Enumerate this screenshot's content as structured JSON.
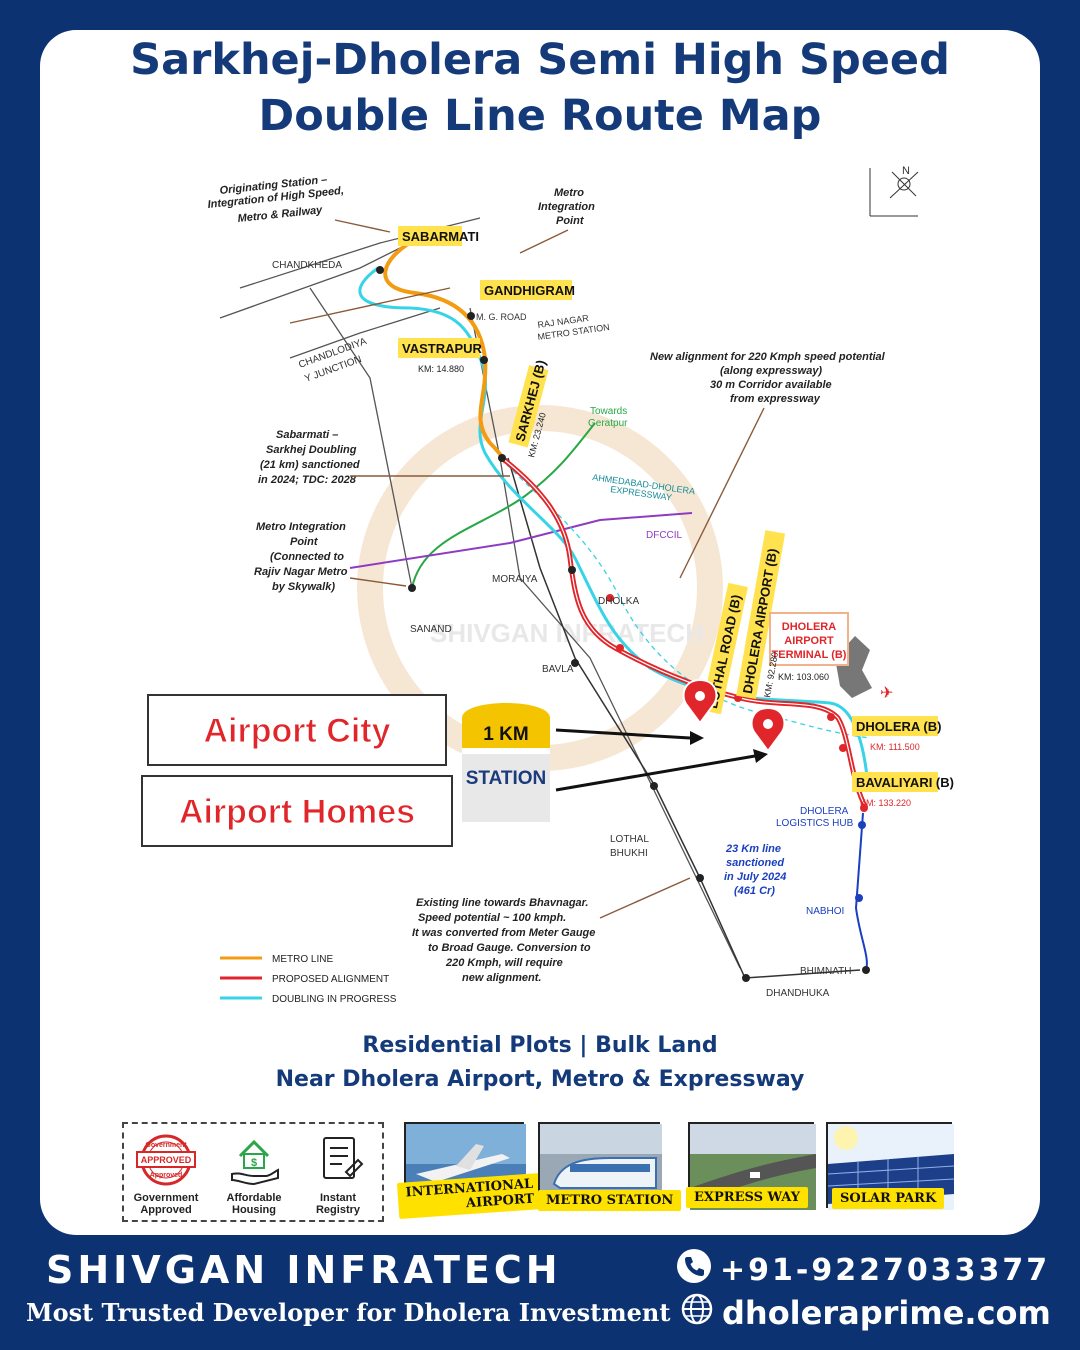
{
  "title": {
    "line1": "Sarkhej-Dholera Semi High Speed",
    "line2": "Double Line Route Map"
  },
  "map": {
    "north": "N",
    "stations": {
      "sabarmati": "SABARMATI",
      "gandhigram": "GANDHIGRAM",
      "vastrapur": "VASTRAPUR",
      "sarkhej": "SARKHEJ (B)",
      "lothal_road": "LOTHAL ROAD (B)",
      "dholera_airport": "DHOLERA AIRPORT (B)",
      "dholera_airport_terminal_1": "DHOLERA",
      "dholera_airport_terminal_2": "AIRPORT",
      "dholera_airport_terminal_3": "TERMINAL (B)",
      "dholera": "DHOLERA (B)",
      "bavaliyari": "BAVALIYARI (B)"
    },
    "km": {
      "vastrapur": "KM: 14.880",
      "sarkhej": "KM: 23.240",
      "dholera_airport": "KM: 92.280",
      "terminal": "KM: 103.060",
      "dholera": "KM: 111.500",
      "bavaliyari": "KM: 133.220"
    },
    "places": {
      "chandkheda": "CHANDKHEDA",
      "mg_road": "M. G. ROAD",
      "raj_nagar_1": "RAJ NAGAR",
      "raj_nagar_2": "METRO STATION",
      "chandlodiya_1": "CHANDLODIYA",
      "chandlodiya_2": "Y JUNCTION",
      "towards_1": "Towards",
      "towards_2": "Geratpur",
      "expressway_1": "AHMEDABAD-DHOLERA",
      "expressway_2": "EXPRESSWAY",
      "dfccil": "DFCCIL",
      "moraiya": "MORAIYA",
      "dholka": "DHOLKA",
      "sanand": "SANAND",
      "bavla": "BAVLA",
      "lothal_1": "LOTHAL",
      "lothal_2": "BHUKHI",
      "logistics_1": "DHOLERA",
      "logistics_2": "LOGISTICS HUB",
      "nabhoi": "NABHOI",
      "bhimnath": "BHIMNATH",
      "dhandhuka": "DHANDHUKA"
    },
    "notes": {
      "origin_1": "Originating Station –",
      "origin_2": "Integration of High Speed,",
      "origin_3": "Metro & Railway",
      "metro_int_1": "Metro",
      "metro_int_2": "Integration",
      "metro_int_3": "Point",
      "new_align_1": "New alignment for 220 Kmph speed potential",
      "new_align_2": "(along expressway)",
      "new_align_3": "30 m Corridor available",
      "new_align_4": "from expressway",
      "doubling_1": "Sabarmati –",
      "doubling_2": "Sarkhej Doubling",
      "doubling_3": "(21 km) sanctioned",
      "doubling_4": "in 2024; TDC: 2028",
      "metro_int2_1": "Metro Integration",
      "metro_int2_2": "Point",
      "metro_int2_3": "(Connected to",
      "metro_int2_4": "Rajiv Nagar Metro",
      "metro_int2_5": "by Skywalk)",
      "line23_1": "23 Km line",
      "line23_2": "sanctioned",
      "line23_3": "in July 2024",
      "line23_4": "(461 Cr)",
      "existing_1": "Existing line towards Bhavnagar.",
      "existing_2": "Speed potential ~ 100 kmph.",
      "existing_3": "It was converted from Meter Gauge",
      "existing_4": "to Broad Gauge. Conversion to",
      "existing_5": "220 Kmph, will require",
      "existing_6": "new alignment."
    },
    "legend": {
      "metro": "METRO LINE",
      "proposed": "PROPOSED ALIGNMENT",
      "doubling": "DOUBLING IN PROGRESS"
    },
    "colors": {
      "metro": "#f39c12",
      "proposed": "#e0262a",
      "doubling": "#37d3e6",
      "green": "#27a844",
      "purple": "#8e3bc1",
      "blue": "#1a3fbf"
    },
    "watermark": "SHIVGAN INFRATECH",
    "callouts": {
      "airport_city": "Airport City",
      "airport_homes": "Airport Homes",
      "sign_top": "1 KM",
      "sign_bottom": "STATION"
    }
  },
  "sub": {
    "line1": "Residential Plots | Bulk Land",
    "line2": "Near Dholera Airport, Metro & Expressway"
  },
  "badges": {
    "stamp_1": "Government",
    "stamp_2": "APPROVED",
    "stamp_3": "Approved",
    "gov_1": "Government",
    "gov_2": "Approved",
    "aff_1": "Affordable",
    "aff_2": "Housing",
    "reg_1": "Instant",
    "reg_2": "Registry"
  },
  "photos": {
    "airport_1": "INTERNATIONAL",
    "airport_2": "AIRPORT",
    "metro": "METRO STATION",
    "express": "EXPRESS WAY",
    "solar": "SOLAR PARK"
  },
  "footer": {
    "company": "SHIVGAN INFRATECH",
    "tagline": "Most Trusted Developer for Dholera Investment",
    "phone": "+91-9227033377",
    "website": "dholeraprime.com"
  }
}
